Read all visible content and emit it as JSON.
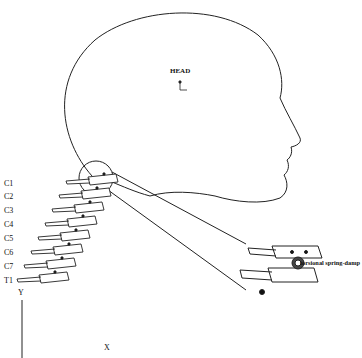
{
  "diagram": {
    "labels": [
      "HEAD",
      "C1",
      "C2",
      "C3",
      "C4",
      "C5",
      "C6",
      "C7",
      "T1",
      "torsional spring-damp",
      "Y",
      "X"
    ]
  }
}
